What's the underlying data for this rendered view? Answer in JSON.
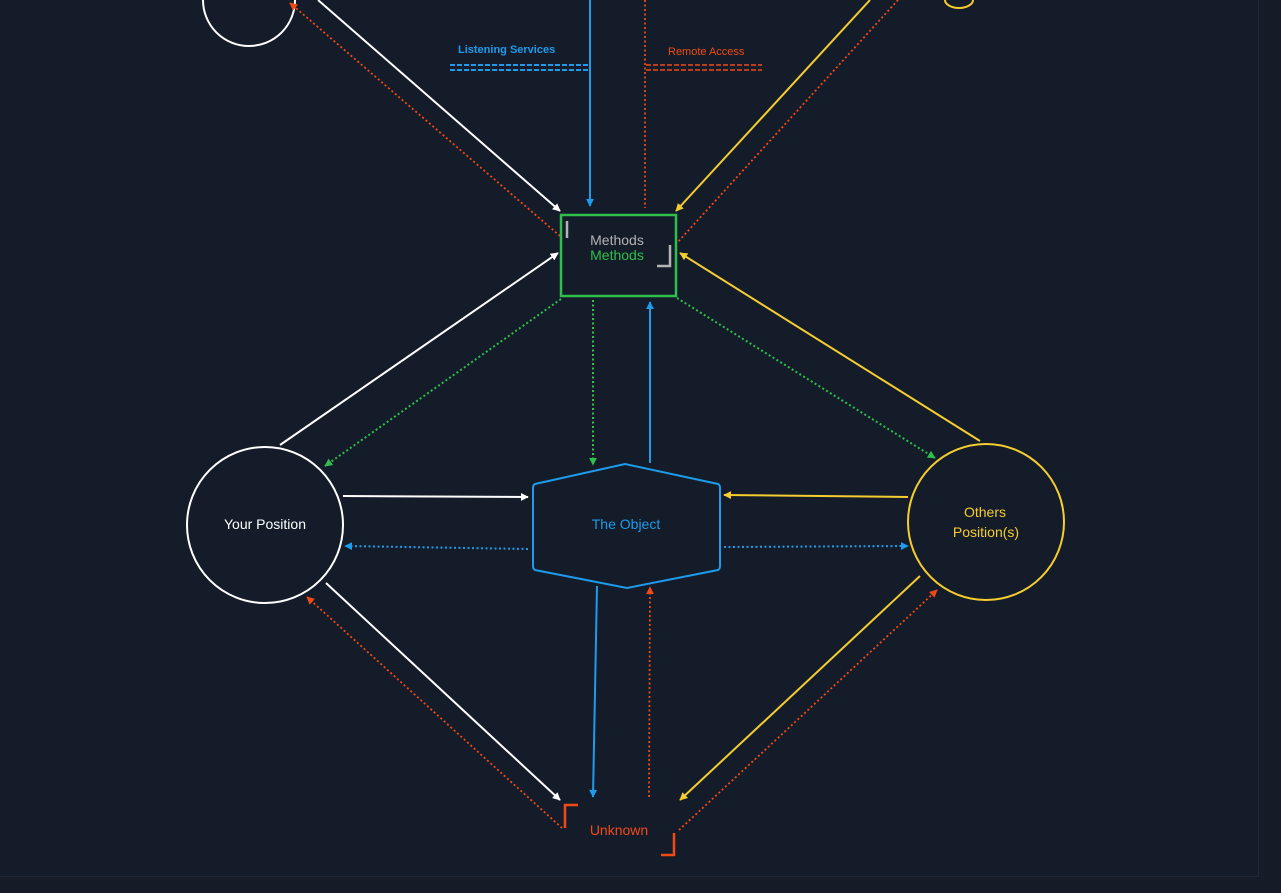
{
  "colors": {
    "background": "#141c2a",
    "white": "#ffffff",
    "blue": "#1e9bea",
    "orange": "#f14a17",
    "yellow": "#f5cd2e",
    "green": "#2fbf4a",
    "gray": "#b3b3b3"
  },
  "legend": {
    "listening": {
      "label": "Listening Services"
    },
    "remote": {
      "label": "Remote Access"
    }
  },
  "nodes": {
    "methods": {
      "label_gray": "Methods",
      "label_green": "Methods"
    },
    "object": {
      "label": "The Object"
    },
    "your_position": {
      "label": "Your Position"
    },
    "others": {
      "label_line1": "Others",
      "label_line2": "Position(s)"
    },
    "unknown": {
      "label": "Unknown"
    }
  }
}
